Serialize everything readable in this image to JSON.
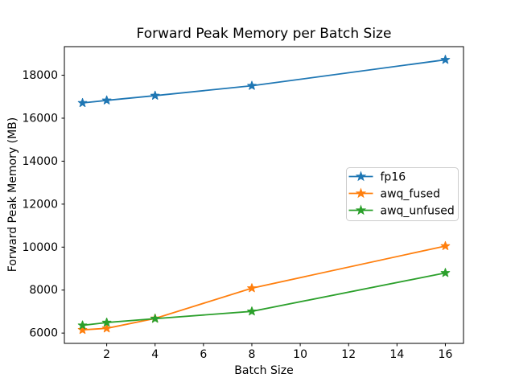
{
  "chart_data": {
    "type": "line",
    "title": "Forward Peak Memory per Batch Size",
    "xlabel": "Batch Size",
    "ylabel": "Forward Peak Memory (MB)",
    "x": [
      1,
      2,
      4,
      8,
      16
    ],
    "series": [
      {
        "name": "fp16",
        "color": "#1f77b4",
        "values": [
          16710,
          16830,
          17050,
          17510,
          18720
        ]
      },
      {
        "name": "awq_fused",
        "color": "#ff7f0e",
        "values": [
          6150,
          6220,
          6680,
          8090,
          10050
        ]
      },
      {
        "name": "awq_unfused",
        "color": "#2ca02c",
        "values": [
          6360,
          6490,
          6670,
          7010,
          8800
        ]
      }
    ],
    "marker": "star",
    "grid": false,
    "xlim": [
      0.25,
      16.75
    ],
    "ylim": [
      5520,
      19330
    ],
    "xticks": [
      2,
      4,
      6,
      8,
      10,
      12,
      14,
      16
    ],
    "yticks": [
      6000,
      8000,
      10000,
      12000,
      14000,
      16000,
      18000
    ],
    "legend": {
      "position": "center-right",
      "entries": [
        "fp16",
        "awq_fused",
        "awq_unfused"
      ],
      "border_color": "#cccccc",
      "background": "#ffffff"
    },
    "axes_color": "#000000",
    "background_color": "#ffffff"
  }
}
